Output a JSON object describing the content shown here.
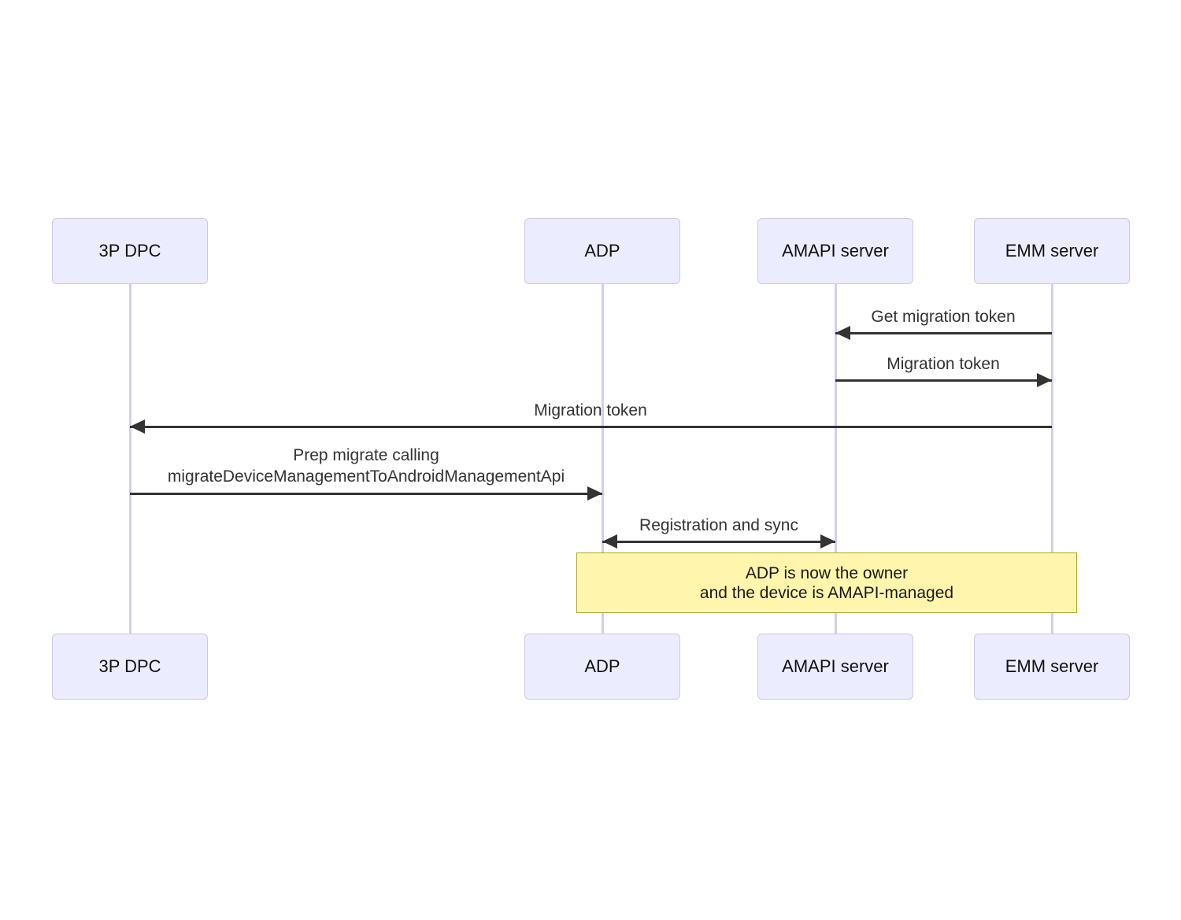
{
  "diagram": {
    "type": "sequence",
    "actors": [
      {
        "name": "3P DPC"
      },
      {
        "name": "ADP"
      },
      {
        "name": "AMAPI server"
      },
      {
        "name": "EMM server"
      }
    ],
    "messages": [
      {
        "label": "Get migration token",
        "from": "EMM server",
        "to": "AMAPI server",
        "arrow": "left"
      },
      {
        "label": "Migration token",
        "from": "AMAPI server",
        "to": "EMM server",
        "arrow": "right"
      },
      {
        "label": "Migration token",
        "from": "EMM server",
        "to": "3P DPC",
        "arrow": "left"
      },
      {
        "label": "Prep migrate calling\nmigrateDeviceManagementToAndroidManagementApi",
        "from": "3P DPC",
        "to": "ADP",
        "arrow": "right"
      },
      {
        "label": "Registration and sync",
        "from": "ADP",
        "to": "AMAPI server",
        "arrow": "both"
      }
    ],
    "note": {
      "text": "ADP is now the owner\nand the device is AMAPI-managed",
      "spans": [
        "ADP",
        "EMM server"
      ]
    },
    "colors": {
      "actor_fill": "#ececff",
      "actor_border": "#cfc6ef",
      "actor_text": "#111111",
      "lifeline": "#d5cdf0",
      "arrow": "#333333",
      "message_text": "#333333",
      "note_fill": "#fff5ad",
      "note_border": "#aaaa33",
      "note_text": "#1a1a1a"
    }
  }
}
